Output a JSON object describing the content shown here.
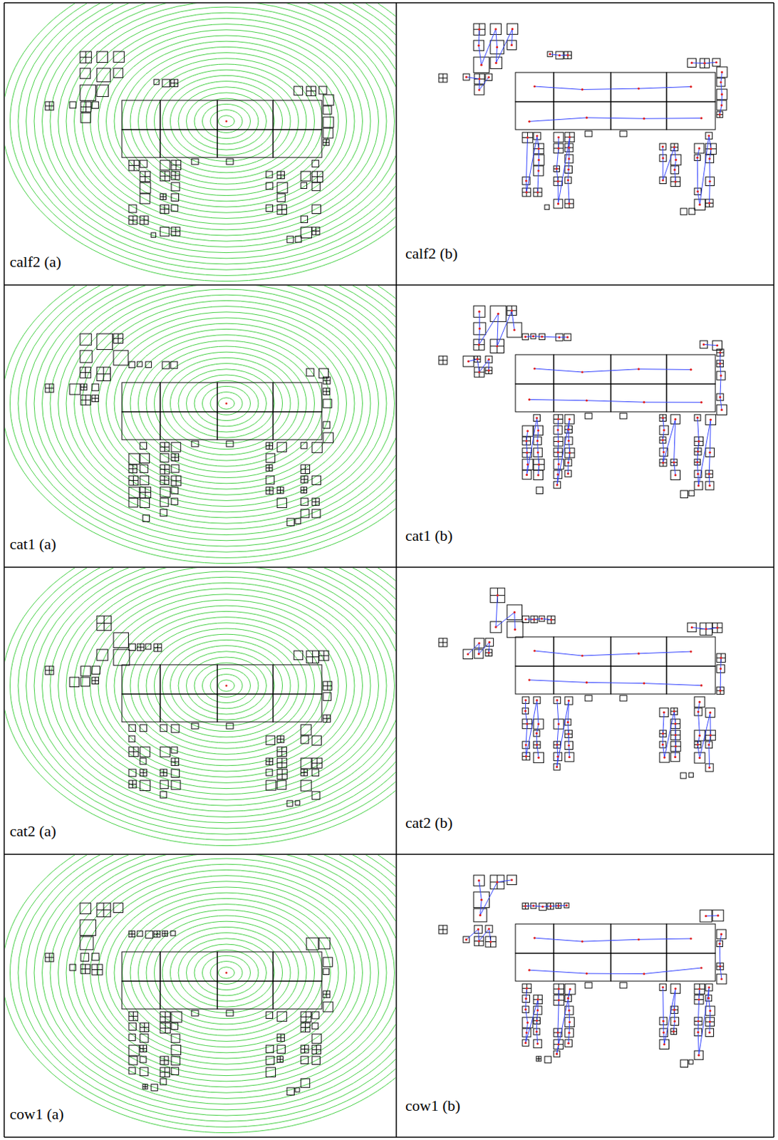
{
  "diagram": {
    "labels": [
      "calf2 (a)",
      "calf2 (b)",
      "cat1 (a)",
      "cat1 (b)",
      "cat2 (a)",
      "cat2 (b)",
      "cow1 (a)",
      "cow1 (b)"
    ]
  }
}
